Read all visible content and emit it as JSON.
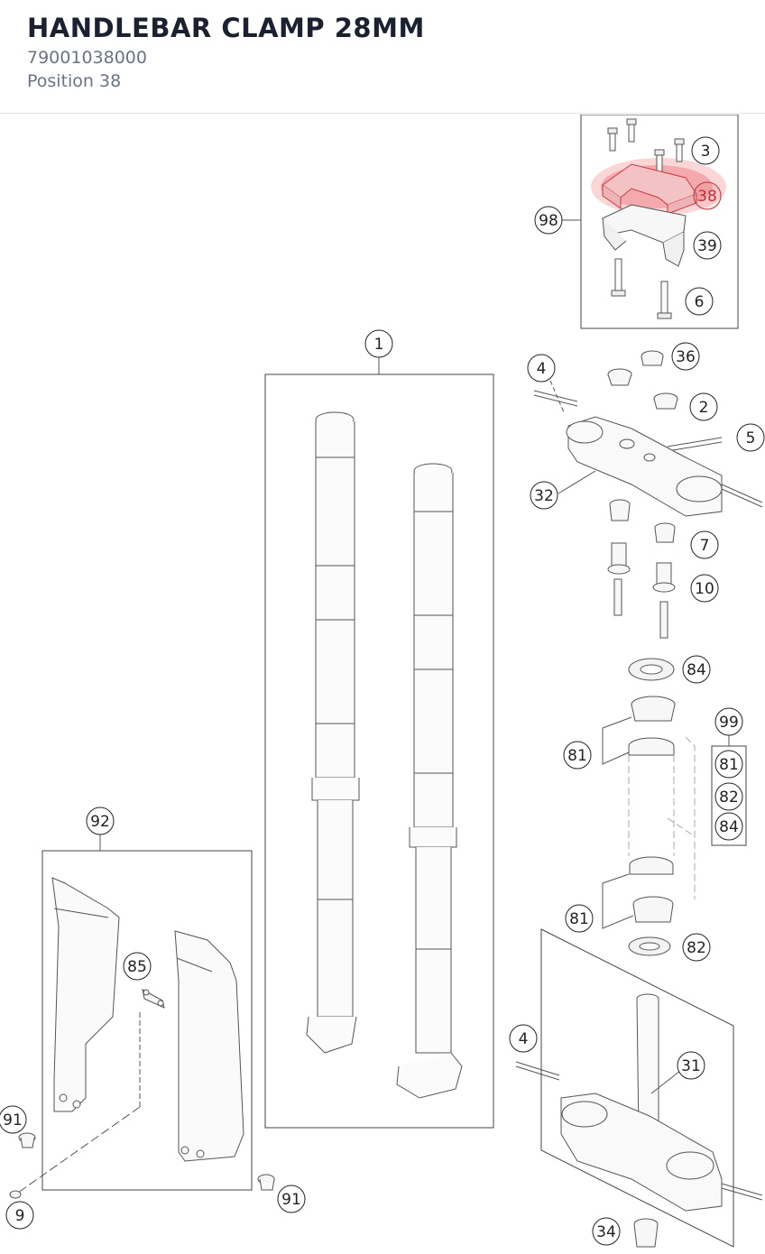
{
  "header": {
    "title": "HANDLEBAR CLAMP 28MM",
    "part_number": "79001038000",
    "position": "Position 38"
  },
  "diagram": {
    "highlighted_callout": "38",
    "highlight_color": "#e8454a",
    "callouts": [
      {
        "id": "c3",
        "label": "3"
      },
      {
        "id": "c38",
        "label": "38"
      },
      {
        "id": "c98",
        "label": "98"
      },
      {
        "id": "c39",
        "label": "39"
      },
      {
        "id": "c6",
        "label": "6"
      },
      {
        "id": "c1",
        "label": "1"
      },
      {
        "id": "c4a",
        "label": "4"
      },
      {
        "id": "c36",
        "label": "36"
      },
      {
        "id": "c2",
        "label": "2"
      },
      {
        "id": "c5",
        "label": "5"
      },
      {
        "id": "c32",
        "label": "32"
      },
      {
        "id": "c7",
        "label": "7"
      },
      {
        "id": "c10",
        "label": "10"
      },
      {
        "id": "c84a",
        "label": "84"
      },
      {
        "id": "c99",
        "label": "99"
      },
      {
        "id": "c81a",
        "label": "81"
      },
      {
        "id": "c81k",
        "label": "81"
      },
      {
        "id": "c82k",
        "label": "82"
      },
      {
        "id": "c84k",
        "label": "84"
      },
      {
        "id": "c92",
        "label": "92"
      },
      {
        "id": "c81b",
        "label": "81"
      },
      {
        "id": "c82",
        "label": "82"
      },
      {
        "id": "c85",
        "label": "85"
      },
      {
        "id": "c4b",
        "label": "4"
      },
      {
        "id": "c31",
        "label": "31"
      },
      {
        "id": "c91a",
        "label": "91"
      },
      {
        "id": "c91b",
        "label": "91"
      },
      {
        "id": "c9",
        "label": "9"
      },
      {
        "id": "c34",
        "label": "34"
      }
    ]
  }
}
